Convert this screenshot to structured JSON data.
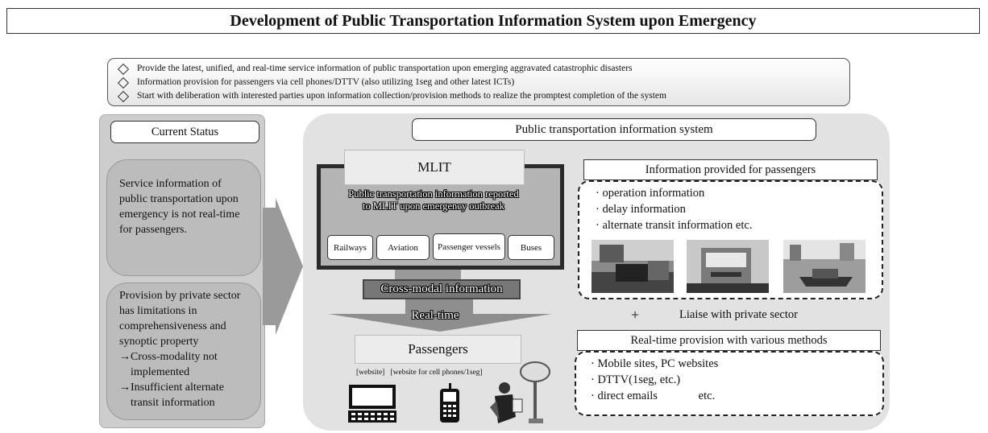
{
  "title": "Development of Public Transportation Information System upon Emergency",
  "bullets": [
    "Provide the latest, unified, and real-time service information of public transportation upon emerging aggravated catastrophic disasters",
    "Information provision for passengers via cell phones/DTTV (also utilizing 1seg and other latest ICTs)",
    "Start with deliberation with interested parties upon information collection/provision methods to realize the promptest completion of the system"
  ],
  "current_status": {
    "heading": "Current Status",
    "card1": "Service information of public transportation upon emergency is not real-time for passengers.",
    "card2_intro": "Provision by private sector has limitations in comprehensiveness and synoptic property",
    "card2_points": [
      "Cross-modality not implemented",
      "Insufficient alternate transit information"
    ]
  },
  "system": {
    "heading": "Public transportation information system",
    "mlit_label": "MLIT",
    "mlit_desc": "Public transportation information reported to MLIT upon emergency outbreak",
    "modes": [
      "Railways",
      "Aviation",
      "Passenger vessels",
      "Buses"
    ],
    "cross_modal": "Cross-modal information",
    "realtime": "Real-time",
    "passengers": "Passengers",
    "channels": "[website]   [website for cell phones/1seg]"
  },
  "info_for_passengers": {
    "heading": "Information provided for passengers",
    "items": [
      "· operation information",
      "· delay information",
      "· alternate transit information  etc."
    ]
  },
  "liaise": {
    "plus": "+",
    "text": "Liaise with private sector"
  },
  "realtime_methods": {
    "heading": "Real-time provision with various methods",
    "items": [
      "· Mobile sites, PC websites",
      "· DTTV(1seg, etc.)",
      "· direct emails              etc."
    ]
  }
}
